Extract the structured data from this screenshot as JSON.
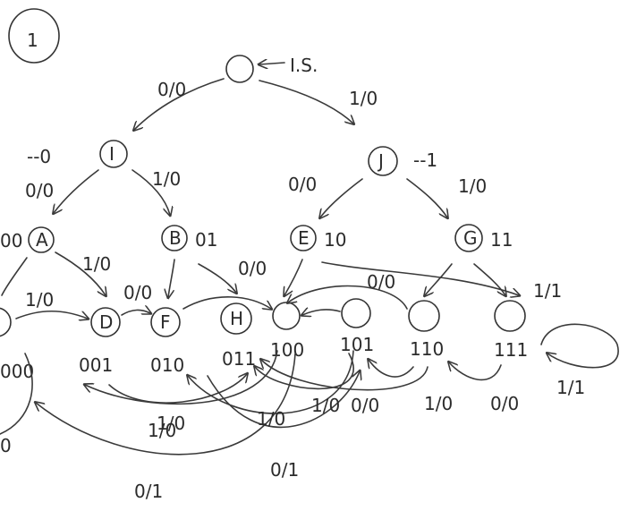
{
  "page_number": "1",
  "initial_state_label": "I.S.",
  "level1": {
    "left": {
      "letter": "I",
      "code": "--0",
      "edge": "0/0"
    },
    "right": {
      "letter": "J",
      "code": "--1",
      "edge": "1/0"
    }
  },
  "level2": [
    {
      "letter": "A",
      "code": "00",
      "edge": "0/0"
    },
    {
      "letter": "B",
      "code": "01",
      "edge": "1/0"
    },
    {
      "letter": "E",
      "code": "10",
      "edge": "0/0"
    },
    {
      "letter": "G",
      "code": "11",
      "edge": "1/0"
    }
  ],
  "level3": [
    {
      "letter": "",
      "code": "000"
    },
    {
      "letter": "D",
      "code": "001"
    },
    {
      "letter": "F",
      "code": "010"
    },
    {
      "letter": "H",
      "code": "011"
    },
    {
      "letter": "",
      "code": "100"
    },
    {
      "letter": "",
      "code": "101"
    },
    {
      "letter": "",
      "code": "110"
    },
    {
      "letter": "",
      "code": "111"
    }
  ],
  "transition_labels": {
    "a_to_d": "1/0",
    "a_to_c": "1/0",
    "c_to_d": "1/0",
    "d_to_f": "0/0",
    "b_to_h": "0/0",
    "e_to_111": "0/0",
    "self_loop_top": "1/1",
    "self_loop_bottom": "1/1",
    "mid_1": "1/0",
    "mid_2": "1/0",
    "mid_3": "1/0",
    "mid_4": "1/0",
    "mid_5": "0/0",
    "mid_6": "1/0",
    "mid_7": "0/0",
    "low_1": "0/1",
    "low_2": "0/1",
    "left_edge": "0"
  }
}
